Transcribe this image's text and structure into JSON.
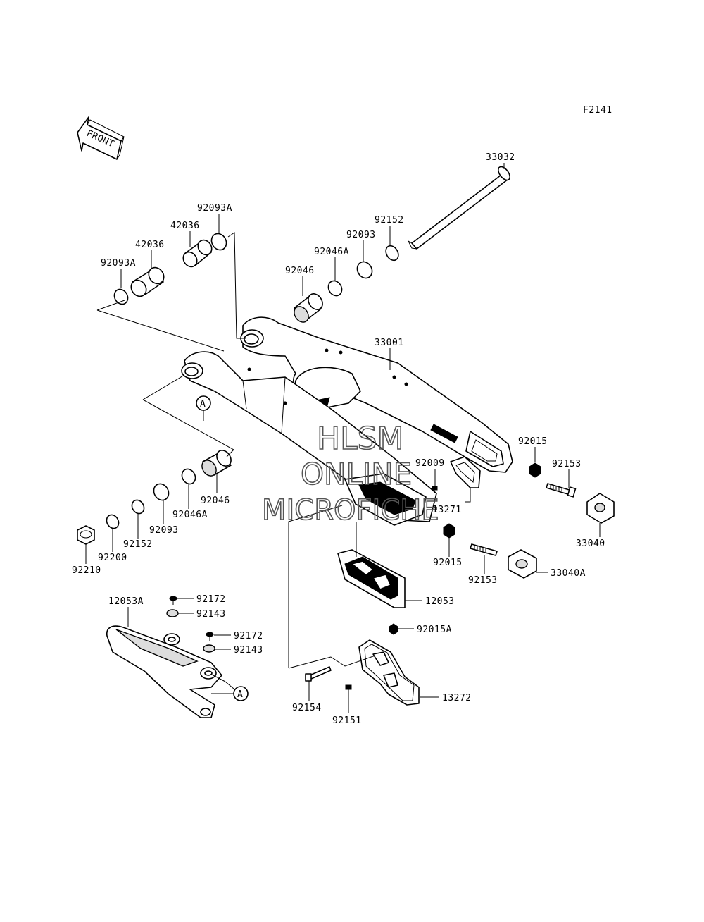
{
  "figure_code": "F2141",
  "front_label": "FRONT",
  "watermark": [
    "HLSM",
    "ONLINE",
    "MICROFICHE"
  ],
  "refs": {
    "a": "A"
  },
  "labels": [
    {
      "id": "33032",
      "text": "33032"
    },
    {
      "id": "92152-top",
      "text": "92152"
    },
    {
      "id": "92093A-top",
      "text": "92093A"
    },
    {
      "id": "42036-top",
      "text": "42036"
    },
    {
      "id": "42036-left",
      "text": "42036"
    },
    {
      "id": "92093A-left",
      "text": "92093A"
    },
    {
      "id": "92093-top",
      "text": "92093"
    },
    {
      "id": "92046A-top",
      "text": "92046A"
    },
    {
      "id": "92046-top",
      "text": "92046"
    },
    {
      "id": "33001",
      "text": "33001"
    },
    {
      "id": "92015-right",
      "text": "92015"
    },
    {
      "id": "92153-right",
      "text": "92153"
    },
    {
      "id": "92009",
      "text": "92009"
    },
    {
      "id": "13271",
      "text": "13271"
    },
    {
      "id": "33040",
      "text": "33040"
    },
    {
      "id": "92015-mid",
      "text": "92015"
    },
    {
      "id": "92153-mid",
      "text": "92153"
    },
    {
      "id": "33040A",
      "text": "33040A"
    },
    {
      "id": "92046-bottom",
      "text": "92046"
    },
    {
      "id": "92046A-bottom",
      "text": "92046A"
    },
    {
      "id": "92093-bottom",
      "text": "92093"
    },
    {
      "id": "92152-bottom",
      "text": "92152"
    },
    {
      "id": "92200",
      "text": "92200"
    },
    {
      "id": "92210",
      "text": "92210"
    },
    {
      "id": "12053",
      "text": "12053"
    },
    {
      "id": "12053A",
      "text": "12053A"
    },
    {
      "id": "92172-a",
      "text": "92172"
    },
    {
      "id": "92143-a",
      "text": "92143"
    },
    {
      "id": "92172-b",
      "text": "92172"
    },
    {
      "id": "92143-b",
      "text": "92143"
    },
    {
      "id": "92015A",
      "text": "92015A"
    },
    {
      "id": "13272",
      "text": "13272"
    },
    {
      "id": "92154",
      "text": "92154"
    },
    {
      "id": "92151",
      "text": "92151"
    }
  ]
}
